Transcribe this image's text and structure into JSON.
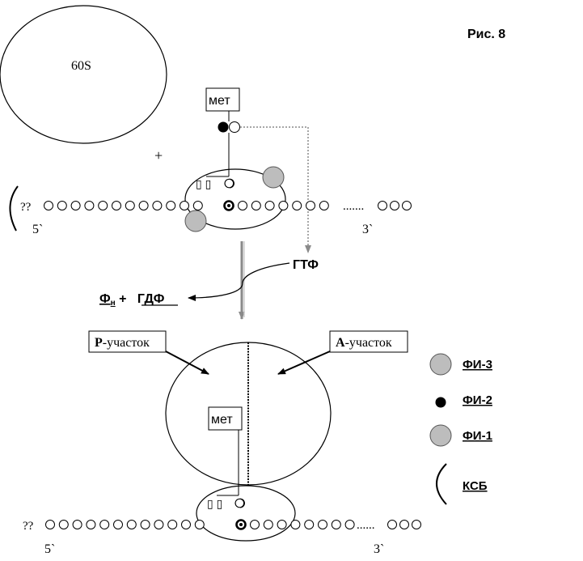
{
  "figure_label": "Рис. 8",
  "subunit_60s": "60S",
  "plus_sign": "+",
  "met_label": "мет",
  "five_prime": "5`",
  "three_prime": "3`",
  "mrna_start": "??",
  "mrna_dots": ".......",
  "mrna_bottom_dots": "......",
  "gtp_label": "ГТФ",
  "products": {
    "phi": "Ф",
    "sub": "н",
    "rest": " +   ГДФ"
  },
  "p_site": {
    "bold": "Р",
    "rest": "-участок"
  },
  "a_site": {
    "bold": "А",
    "rest": "-участок"
  },
  "legend": [
    {
      "label": "ФИ-3",
      "symbol": "grey-circle"
    },
    {
      "label": "ФИ-2",
      "symbol": "black-dot"
    },
    {
      "label": "ФИ-1",
      "symbol": "grey-circle"
    },
    {
      "label": "КСБ",
      "symbol": "cap-arc"
    }
  ],
  "colors": {
    "factor_grey": "#bdbdbd",
    "line": "#000000",
    "arrow_grey": "#8a8a8a"
  }
}
